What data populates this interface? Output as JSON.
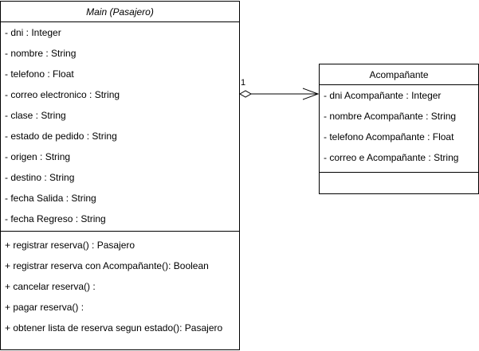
{
  "main_class": {
    "name": "Main (Pasajero)",
    "attributes": [
      "- dni : Integer",
      "- nombre : String",
      "- telefono : Float",
      "- correo electronico : String",
      "- clase : String",
      "- estado de pedido : String",
      "- origen : String",
      "- destino : String",
      "- fecha Salida : String",
      "- fecha Regreso : String"
    ],
    "methods": [
      "+ registrar reserva() : Pasajero",
      "+ registrar reserva con Acompañante(): Boolean",
      "+ cancelar reserva() :",
      "+ pagar reserva() :",
      "+ obtener lista de reserva segun estado(): Pasajero"
    ]
  },
  "companion_class": {
    "name": "Acompañante",
    "attributes": [
      "- dni Acompañante : Integer",
      "- nombre Acompañante : String",
      "- telefono Acompañante : Float",
      "- correo e Acompañante : String"
    ],
    "methods": []
  },
  "association": {
    "type": "aggregation",
    "source_multiplicity": "1",
    "stroke_color": "#000000"
  }
}
